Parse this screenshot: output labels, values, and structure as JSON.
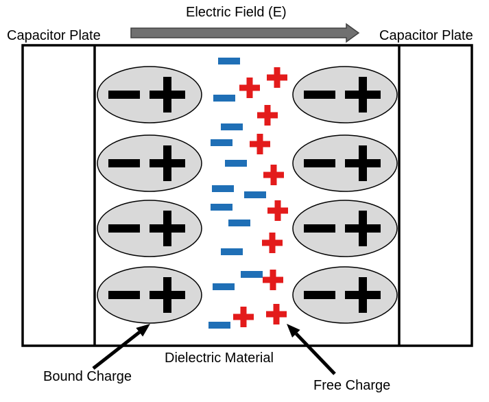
{
  "labels": {
    "field": "Electric Field (E)",
    "left_plate": "Capacitor Plate",
    "right_plate": "Capacitor Plate",
    "dielectric": "Dielectric Material",
    "bound_charge": "Bound Charge",
    "free_charge": "Free Charge"
  },
  "colors": {
    "outline": "#000000",
    "ellipse_fill": "#d9d9d9",
    "bound_symbol": "#000000",
    "free_negative": "#1f6fb6",
    "free_positive": "#e31b1b",
    "arrow_fill": "#707070",
    "arrow_stroke": "#404040"
  },
  "icons": {
    "field_arrow": "right-arrow-icon",
    "pointer": "arrow-pointer-icon"
  }
}
